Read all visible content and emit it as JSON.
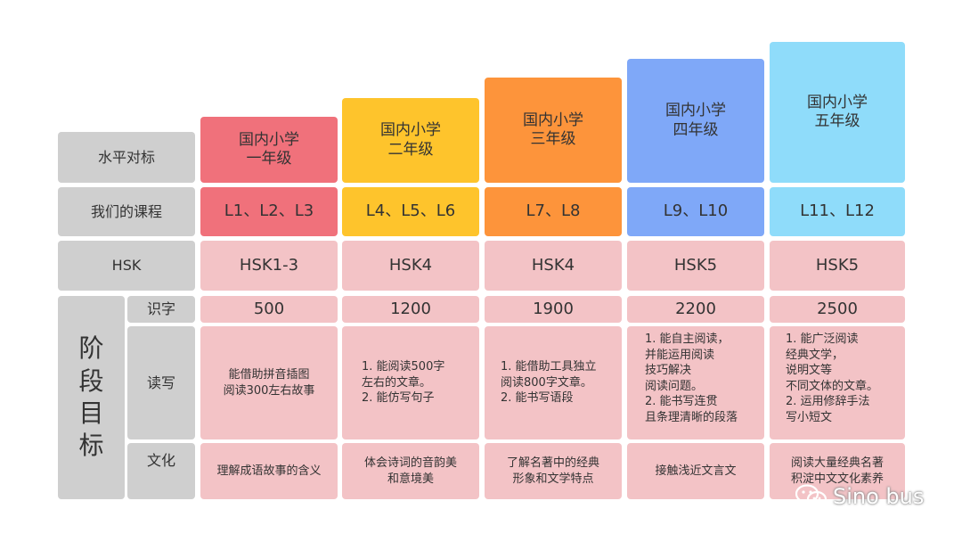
{
  "labels": {
    "level_match": "水平对标",
    "our_courses": "我们的课程",
    "hsk": "HSK",
    "stage_goals": "阶\n段\n目\n标",
    "characters": "识字",
    "read_write": "读写",
    "culture": "文化"
  },
  "columns": [
    {
      "color": "#f0717b",
      "level": "国内小学\n一年级",
      "courses": "L1、L2、L3",
      "hsk": "HSK1-3",
      "characters": "500",
      "read_write": "能借助拼音插图\n阅读300左右故事",
      "culture": "理解成语故事的含义"
    },
    {
      "color": "#fec42c",
      "level": "国内小学\n二年级",
      "courses": "L4、L5、L6",
      "hsk": "HSK4",
      "characters": "1200",
      "read_write": "1.  能阅读500字\n左右的文章。\n2.  能仿写句子",
      "culture": "体会诗词的音韵美\n和意境美"
    },
    {
      "color": "#fd943b",
      "level": "国内小学\n三年级",
      "courses": "L7、L8",
      "hsk": "HSK4",
      "characters": "1900",
      "read_write": "1.  能借助工具独立\n阅读800字文章。\n2.  能书写语段",
      "culture": "了解名著中的经典\n形象和文学特点"
    },
    {
      "color": "#7fa8f8",
      "level": "国内小学\n四年级",
      "courses": "L9、L10",
      "hsk": "HSK5",
      "characters": "2200",
      "read_write": "1.  能自主阅读，\n并能运用阅读\n技巧解决\n阅读问题。\n2.  能书写连贯\n且条理清晰的段落",
      "culture": "接触浅近文言文"
    },
    {
      "color": "#8fdcfa",
      "level": "国内小学\n五年级",
      "courses": "L11、L12",
      "hsk": "HSK5",
      "characters": "2500",
      "read_write": "1.  能广泛阅读\n经典文学，\n说明文等\n不同文体的文章。\n2.  运用修辞手法\n写小短文",
      "culture": "阅读大量经典名著\n积淀中文文化素养"
    }
  ],
  "watermark": {
    "text": "Sino bus",
    "icon": "wechat-icon"
  }
}
